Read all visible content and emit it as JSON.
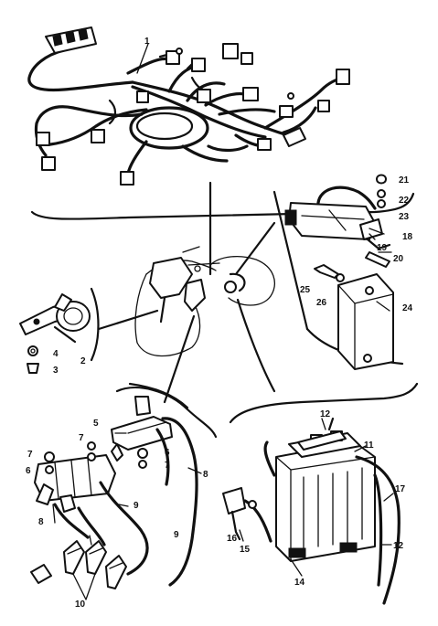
{
  "callouts": {
    "c1": "1",
    "c2": "2",
    "c3": "3",
    "c4": "4",
    "c5": "5",
    "c6a": "6",
    "c6b": "6",
    "c7a": "7",
    "c7b": "7",
    "c8a": "8",
    "c8b": "8",
    "c9a": "9",
    "c9b": "9",
    "c10": "10",
    "c11": "11",
    "c12a": "12",
    "c12b": "12",
    "c15": "15",
    "c16": "16",
    "c17": "17",
    "c18": "18",
    "c19": "19",
    "c20": "20",
    "c21": "21",
    "c22": "22",
    "c23": "23",
    "c24": "24",
    "c25": "25",
    "c26": "26"
  }
}
